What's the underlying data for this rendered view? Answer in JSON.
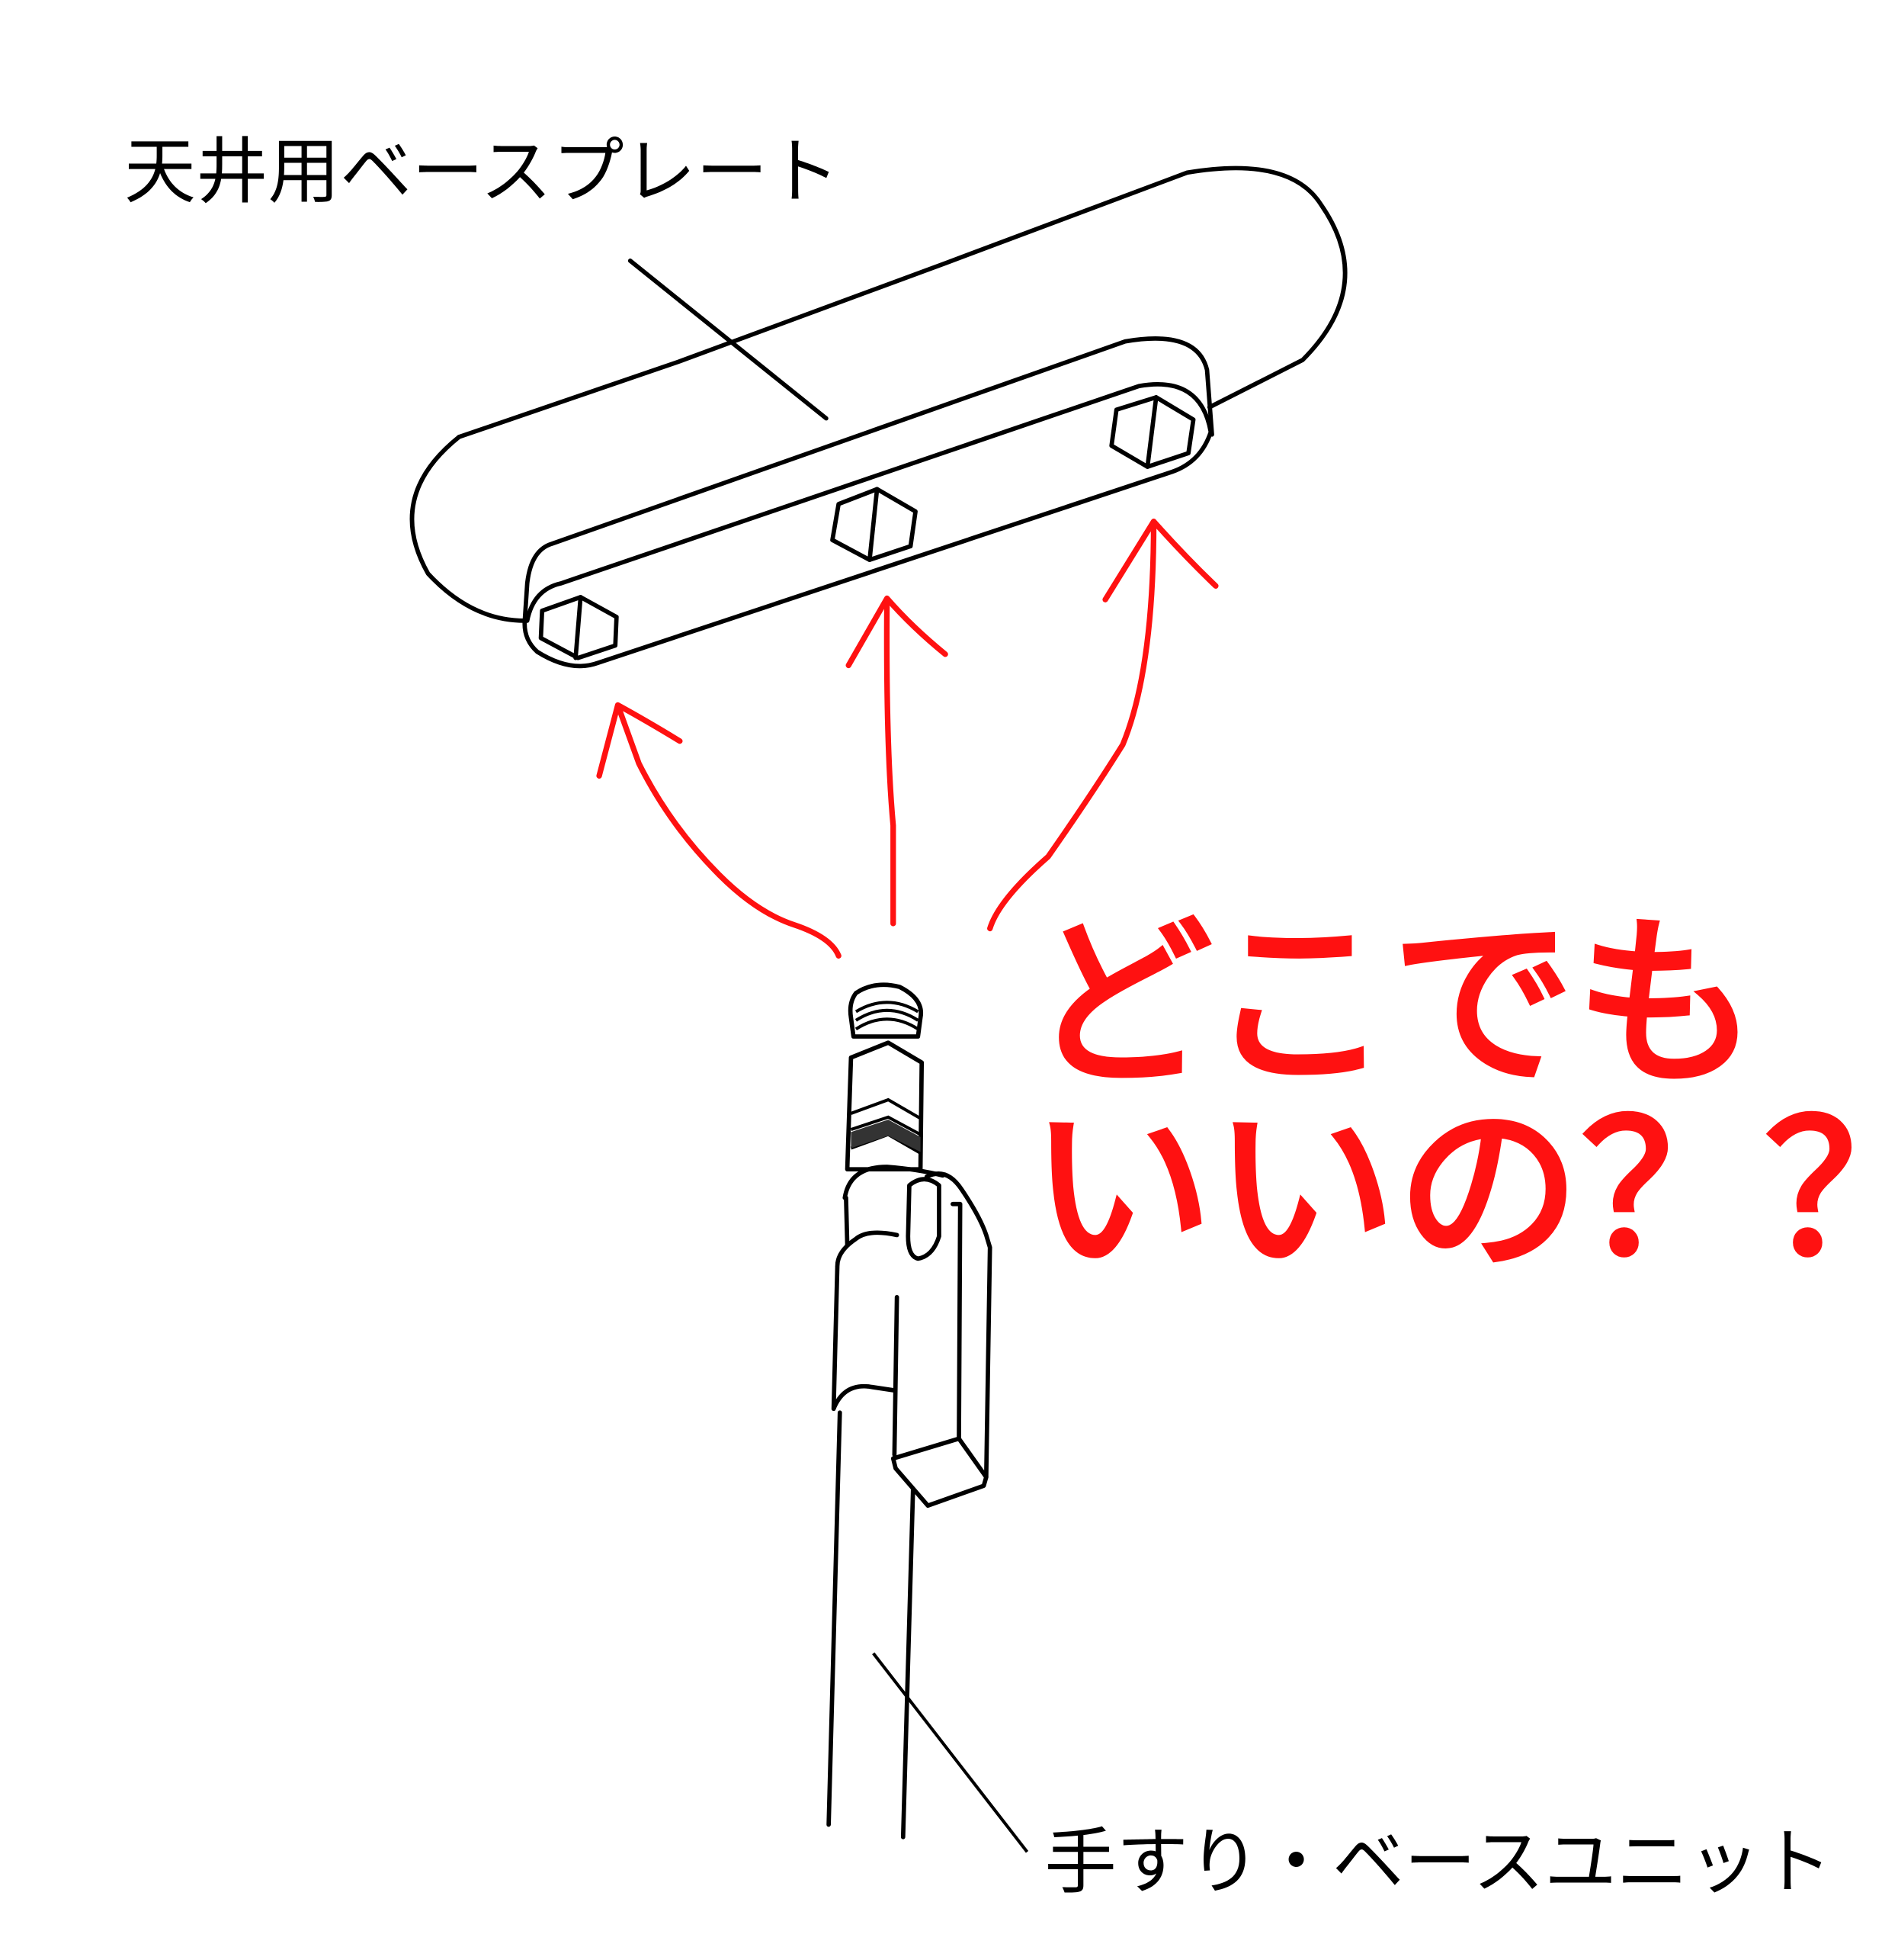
{
  "labels": {
    "ceiling_plate": "天井用ベースプレート",
    "handrail_unit": "手すり・ベースユニット"
  },
  "question": {
    "line1": "どこでも",
    "line2": "いいの？？"
  },
  "colors": {
    "annotation": "#ff1111",
    "line": "#000000"
  }
}
